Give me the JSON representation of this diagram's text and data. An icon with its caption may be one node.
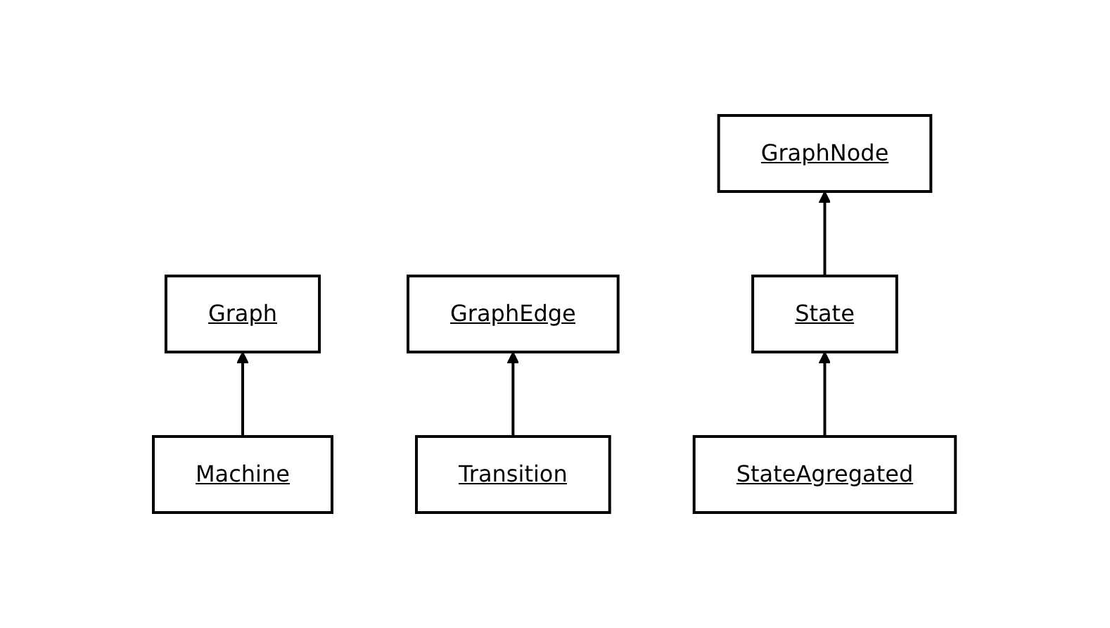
{
  "diagram": {
    "nodes": [
      {
        "text": [
          "Graph"
        ]
      },
      {
        "text": [
          "GraphNode"
        ]
      },
      {
        "text": [
          "GraphEdge"
        ]
      },
      {
        "text": [
          "Machine"
        ]
      },
      {
        "text": [
          "State"
        ]
      },
      {
        "text": [
          "Transition"
        ]
      },
      {
        "text": [
          "StateAgregated"
        ]
      }
    ],
    "edges": [
      {
        "from": 3,
        "to": 0,
        "arrow": "to"
      },
      {
        "from": 4,
        "to": 1,
        "arrow": "to"
      },
      {
        "from": 5,
        "to": 2,
        "arrow": "to"
      },
      {
        "from": 6,
        "to": 4,
        "arrow": "to"
      }
    ]
  }
}
